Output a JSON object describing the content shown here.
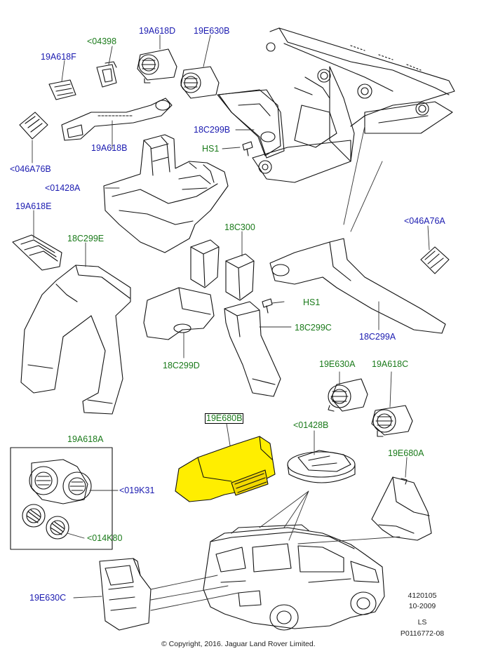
{
  "labels": {
    "l_19a618d": "19A618D",
    "l_19e630b": "19E630B",
    "l_04398": "<04398",
    "l_19a618f": "19A618F",
    "l_046a76b": "<046A76B",
    "l_19a618b": "19A618B",
    "l_01428a": "<01428A",
    "l_18c299b": "18C299B",
    "l_hs1_top": "HS1",
    "l_19a618e": "19A618E",
    "l_18c299e": "18C299E",
    "l_18c300": "18C300",
    "l_046a76a": "<046A76A",
    "l_hs1_mid": "HS1",
    "l_18c299c": "18C299C",
    "l_18c299a": "18C299A",
    "l_18c299d": "18C299D",
    "l_19e630a": "19E630A",
    "l_19a618c": "19A618C",
    "l_19e680b": "19E680B",
    "l_01428b": "<01428B",
    "l_19a618a": "19A618A",
    "l_19e680a": "19E680A",
    "l_019k31": "<019K31",
    "l_014k80": "<014K80",
    "l_19e630c": "19E630C"
  },
  "colors": {
    "blue_label": "#1a1ab0",
    "green_label": "#1a7a1a",
    "highlight": "#ffee00"
  },
  "meta": {
    "line1": "4120105",
    "line2": "10-2009",
    "line3": "LS",
    "line4": "P0116772-08"
  },
  "copyright": "© Copyright, 2016. Jaguar Land Rover Limited."
}
